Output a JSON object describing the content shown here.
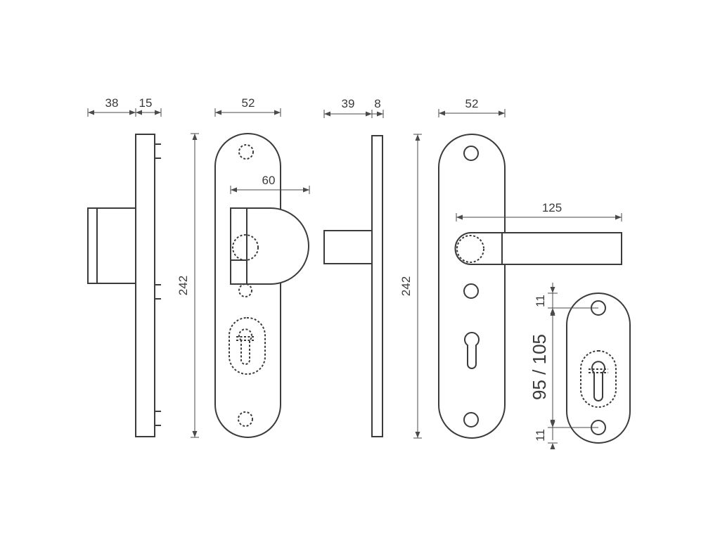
{
  "dimensions": {
    "side_a_depth": "38",
    "side_a_plate": "15",
    "front_a_width": "52",
    "front_a_height": "242",
    "knob_width": "60",
    "side_b_depth": "39",
    "side_b_plate": "8",
    "front_b_width": "52",
    "front_b_height": "242",
    "lever_length": "125",
    "rosette_top": "11",
    "rosette_spacing": "95 / 105",
    "rosette_bottom": "11"
  },
  "colors": {
    "line": "#3b3b3b",
    "dimension": "#4a4a4a",
    "background": "#ffffff"
  }
}
